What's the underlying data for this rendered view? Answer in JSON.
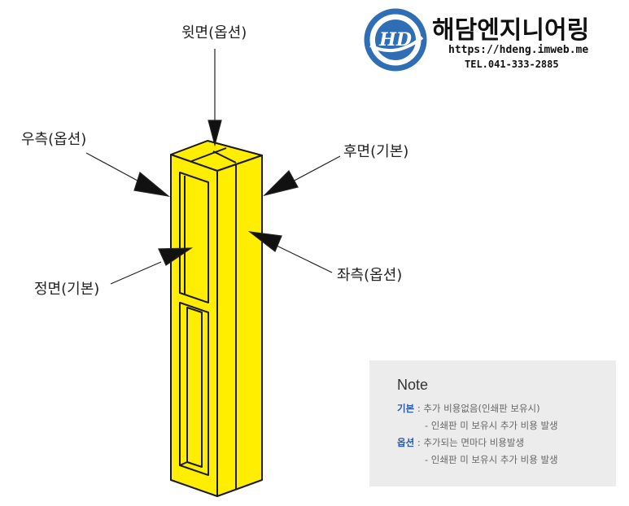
{
  "labels": {
    "top": "윗면(옵션)",
    "right_side": "우측(옵션)",
    "back": "후면(기본)",
    "front": "정면(기본)",
    "left_side": "좌측(옵션)"
  },
  "logo": {
    "mark_text": "HD",
    "name": "해담엔지니어링",
    "url": "https://hdeng.imweb.me",
    "tel": "TEL.041-333-2885"
  },
  "note": {
    "title": "Note",
    "basic_key": "기본",
    "basic_text": " : 추가 비용없음(인쇄판 보유시)",
    "basic_sub": "- 인쇄판 미 보유시 추가 비용 발생",
    "option_key": "옵션",
    "option_text": " : 추가되는 면마다 비용발생",
    "option_sub": "- 인쇄판 미 보유시 추가 비용 발생"
  },
  "colors": {
    "pillar": "#ffee00",
    "outline": "#1a1a1a",
    "logo_blue": "#2f6db5",
    "note_key": "#2b5aa6"
  }
}
